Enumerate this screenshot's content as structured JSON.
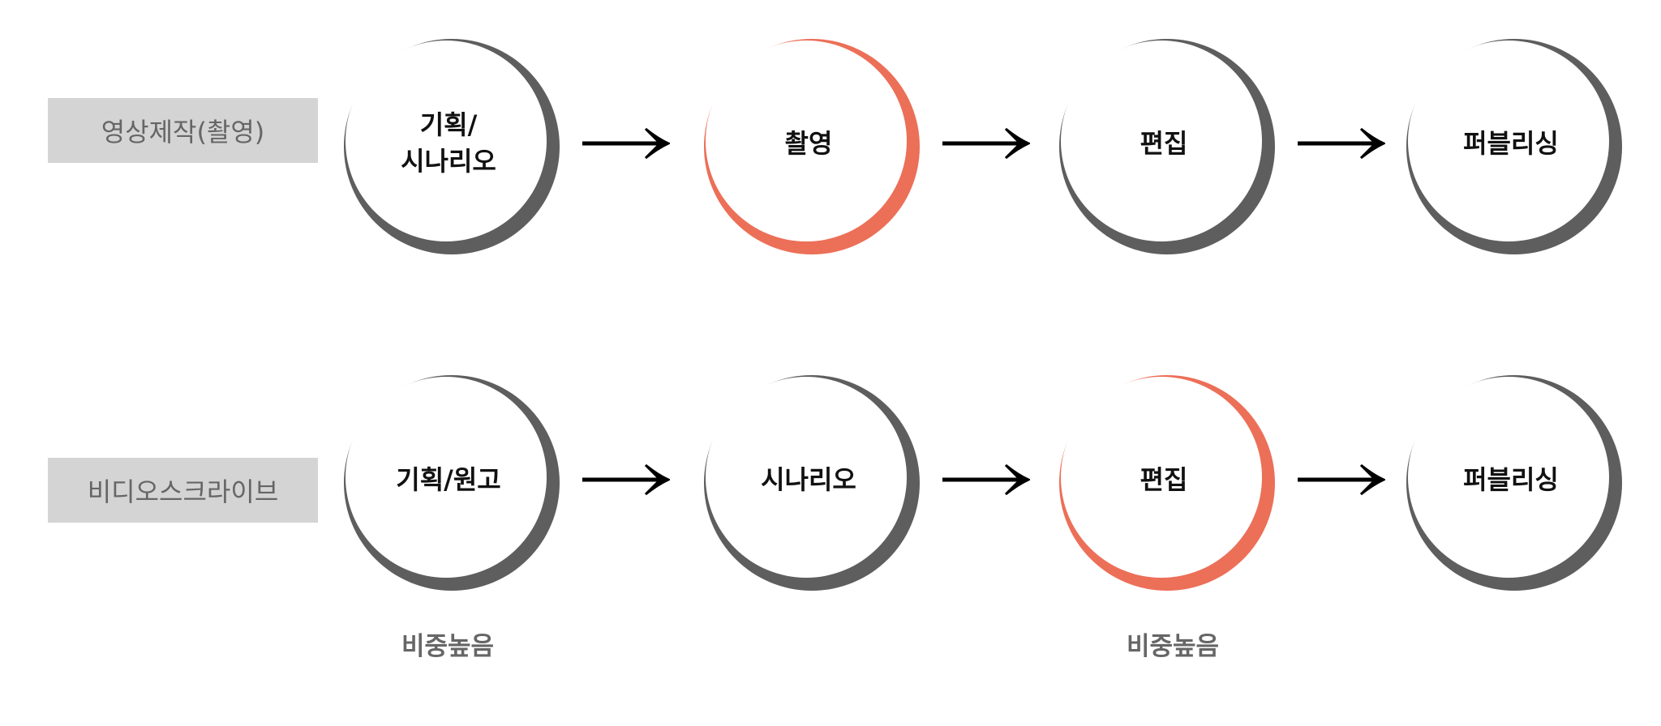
{
  "colors": {
    "normal": "#5e5e5e",
    "highlight": "#ec6f58"
  },
  "rows": [
    {
      "label": "영상제작(촬영)",
      "steps": [
        {
          "text": "기획/\n시나리오",
          "highlight": false
        },
        {
          "text": "촬영",
          "highlight": true
        },
        {
          "text": "편집",
          "highlight": false
        },
        {
          "text": "퍼블리싱",
          "highlight": false
        }
      ]
    },
    {
      "label": "비디오스크라이브",
      "steps": [
        {
          "text": "기획/원고",
          "highlight": false
        },
        {
          "text": "시나리오",
          "highlight": false
        },
        {
          "text": "편집",
          "highlight": true
        },
        {
          "text": "퍼블리싱",
          "highlight": false
        }
      ]
    }
  ],
  "notes": [
    "비중높음",
    "비중높음"
  ]
}
